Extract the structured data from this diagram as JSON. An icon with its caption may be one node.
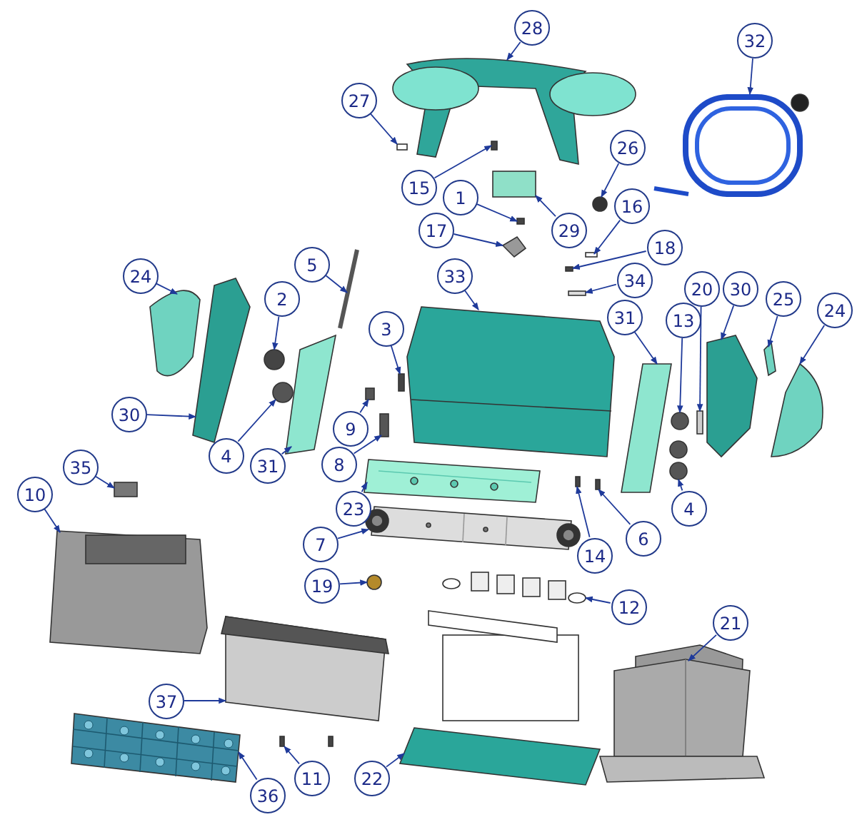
{
  "diagram": {
    "nodes": [
      {
        "text": [
          "28"
        ]
      },
      {
        "text": [
          "32"
        ]
      },
      {
        "text": [
          "27"
        ]
      },
      {
        "text": [
          "15"
        ]
      },
      {
        "text": [
          "26"
        ]
      },
      {
        "text": [
          "1"
        ]
      },
      {
        "text": [
          "29"
        ]
      },
      {
        "text": [
          "16"
        ]
      },
      {
        "text": [
          "17"
        ]
      },
      {
        "text": [
          "18"
        ]
      },
      {
        "text": [
          "5"
        ]
      },
      {
        "text": [
          "34"
        ]
      },
      {
        "text": [
          "24"
        ]
      },
      {
        "text": [
          "2"
        ]
      },
      {
        "text": [
          "33"
        ]
      },
      {
        "text": [
          "3"
        ]
      },
      {
        "text": [
          "31"
        ]
      },
      {
        "text": [
          "20"
        ]
      },
      {
        "text": [
          "30"
        ]
      },
      {
        "text": [
          "13"
        ]
      },
      {
        "text": [
          "25"
        ]
      },
      {
        "text": [
          "24"
        ]
      },
      {
        "text": [
          "30"
        ]
      },
      {
        "text": [
          "4"
        ]
      },
      {
        "text": [
          "31"
        ]
      },
      {
        "text": [
          "9"
        ]
      },
      {
        "text": [
          "8"
        ]
      },
      {
        "text": [
          "35"
        ]
      },
      {
        "text": [
          "10"
        ]
      },
      {
        "text": [
          "23"
        ]
      },
      {
        "text": [
          "6"
        ]
      },
      {
        "text": [
          "4"
        ]
      },
      {
        "text": [
          "7"
        ]
      },
      {
        "text": [
          "14"
        ]
      },
      {
        "text": [
          "19"
        ]
      },
      {
        "text": [
          "12"
        ]
      },
      {
        "text": [
          "21"
        ]
      },
      {
        "text": [
          "37"
        ]
      },
      {
        "text": [
          "11"
        ]
      },
      {
        "text": [
          "22"
        ]
      },
      {
        "text": [
          "36"
        ]
      },
      {
        "text": [],
        "shape": "picture"
      },
      {
        "text": [],
        "shape": "picture"
      },
      {
        "text": [],
        "shape": "box"
      },
      {
        "text": [],
        "shape": "box"
      },
      {
        "text": [],
        "shape": "circle"
      },
      {
        "text": [],
        "shape": "box"
      },
      {
        "text": [],
        "shape": "box"
      },
      {
        "text": [],
        "shape": "box"
      },
      {
        "text": [],
        "shape": "picture"
      },
      {
        "text": [],
        "shape": "box"
      },
      {
        "text": [],
        "shape": "picture"
      },
      {
        "text": [],
        "shape": "box"
      },
      {
        "text": [],
        "shape": "picture"
      },
      {
        "text": [],
        "shape": "circle"
      },
      {
        "text": [],
        "shape": "picture"
      },
      {
        "text": [],
        "shape": "box"
      },
      {
        "text": [],
        "shape": "picture"
      },
      {
        "text": [],
        "shape": "box"
      },
      {
        "text": [],
        "shape": "picture"
      },
      {
        "text": [],
        "shape": "circle"
      },
      {
        "text": [],
        "shape": "picture"
      },
      {
        "text": [],
        "shape": "picture"
      },
      {
        "text": [],
        "shape": "picture"
      },
      {
        "text": [],
        "shape": "circle"
      },
      {
        "text": [],
        "shape": "picture"
      },
      {
        "text": [],
        "shape": "box"
      },
      {
        "text": [],
        "shape": "box"
      },
      {
        "text": [],
        "shape": "box"
      },
      {
        "text": [],
        "shape": "picture"
      },
      {
        "text": [],
        "shape": "picture"
      },
      {
        "text": [],
        "shape": "box"
      },
      {
        "text": [],
        "shape": "picture"
      },
      {
        "text": [],
        "shape": "picture"
      },
      {
        "text": [],
        "shape": "box"
      },
      {
        "text": [],
        "shape": "circle"
      },
      {
        "text": [],
        "shape": "picture"
      },
      {
        "text": [],
        "shape": "picture"
      },
      {
        "text": [],
        "shape": "picture"
      },
      {
        "text": [],
        "shape": "picture"
      },
      {
        "text": [],
        "shape": "picture"
      },
      {
        "text": [],
        "shape": "picture"
      }
    ],
    "edges": [
      {
        "from": 0,
        "to": 41,
        "arrow": "to"
      },
      {
        "from": 1,
        "to": 42,
        "arrow": "to"
      },
      {
        "from": 2,
        "to": 43,
        "arrow": "to"
      },
      {
        "from": 3,
        "to": 44,
        "arrow": "to"
      },
      {
        "from": 4,
        "to": 45,
        "arrow": "to"
      },
      {
        "from": 5,
        "to": 46,
        "arrow": "to"
      },
      {
        "from": 6,
        "to": 47,
        "arrow": "to"
      },
      {
        "from": 7,
        "to": 48,
        "arrow": "to"
      },
      {
        "from": 8,
        "to": 49,
        "arrow": "to"
      },
      {
        "from": 9,
        "to": 50,
        "arrow": "to"
      },
      {
        "from": 10,
        "to": 51,
        "arrow": "to"
      },
      {
        "from": 11,
        "to": 52,
        "arrow": "to"
      },
      {
        "from": 12,
        "to": 53,
        "arrow": "to"
      },
      {
        "from": 13,
        "to": 54,
        "arrow": "to"
      },
      {
        "from": 14,
        "to": 55,
        "arrow": "to"
      },
      {
        "from": 15,
        "to": 56,
        "arrow": "to"
      },
      {
        "from": 16,
        "to": 57,
        "arrow": "to"
      },
      {
        "from": 17,
        "to": 58,
        "arrow": "to"
      },
      {
        "from": 18,
        "to": 59,
        "arrow": "to"
      },
      {
        "from": 19,
        "to": 60,
        "arrow": "to"
      },
      {
        "from": 20,
        "to": 61,
        "arrow": "to"
      },
      {
        "from": 21,
        "to": 62,
        "arrow": "to"
      },
      {
        "from": 22,
        "to": 63,
        "arrow": "to"
      },
      {
        "from": 23,
        "to": 64,
        "arrow": "to"
      },
      {
        "from": 24,
        "to": 65,
        "arrow": "to"
      },
      {
        "from": 25,
        "to": 66,
        "arrow": "to"
      },
      {
        "from": 26,
        "to": 67,
        "arrow": "to"
      },
      {
        "from": 27,
        "to": 68,
        "arrow": "to"
      },
      {
        "from": 28,
        "to": 69,
        "arrow": "to"
      },
      {
        "from": 29,
        "to": 70,
        "arrow": "to"
      },
      {
        "from": 30,
        "to": 71,
        "arrow": "to"
      },
      {
        "from": 31,
        "to": 72,
        "arrow": "to"
      },
      {
        "from": 32,
        "to": 73,
        "arrow": "to"
      },
      {
        "from": 33,
        "to": 74,
        "arrow": "to"
      },
      {
        "from": 34,
        "to": 75,
        "arrow": "to"
      },
      {
        "from": 35,
        "to": 76,
        "arrow": "to"
      },
      {
        "from": 36,
        "to": 77,
        "arrow": "to"
      },
      {
        "from": 37,
        "to": 78,
        "arrow": "to"
      },
      {
        "from": 38,
        "to": 79,
        "arrow": "to"
      },
      {
        "from": 39,
        "to": 80,
        "arrow": "to"
      },
      {
        "from": 40,
        "to": 81,
        "arrow": "to"
      }
    ]
  }
}
